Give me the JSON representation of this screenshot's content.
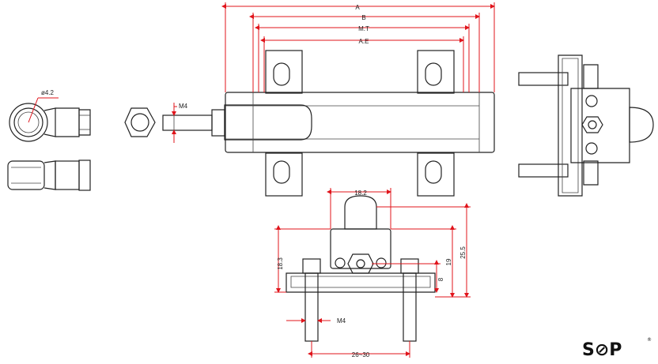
{
  "dimensions": {
    "A": "A",
    "B": "B",
    "MT": "M.T",
    "AE": "A.E",
    "hole_dia": "ø4.2",
    "thread_top": "M4",
    "thread_bottom": "M4",
    "width_18_2": "18.2",
    "height_18_3": "18.3",
    "height_19": "19",
    "height_25_5": "25.5",
    "height_8": "8",
    "spacing": "26~30"
  },
  "logo": {
    "text": "S⊘P",
    "mark": "®"
  },
  "colors": {
    "dimension": "#e0141b",
    "outline": "#222222"
  }
}
